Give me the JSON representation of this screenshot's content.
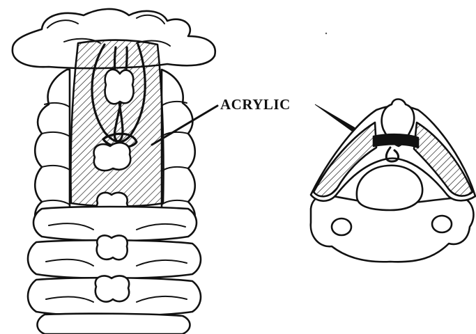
{
  "figure": {
    "label": "ACRYLIC",
    "colors": {
      "ink": "#111111",
      "paper": "#ffffff"
    },
    "views": [
      "posterior-view-cervical-spine",
      "axial-view-vertebra"
    ]
  }
}
